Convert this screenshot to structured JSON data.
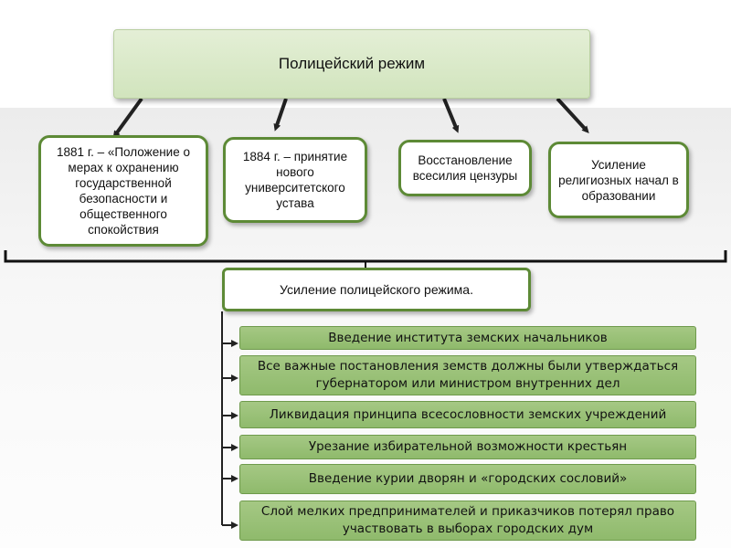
{
  "title": "Полицейский режим",
  "branches": [
    {
      "text": "1881 г. – «Положение о мерах к охранению государственной безопасности и общественного спокойствия"
    },
    {
      "text": "1884 г. – принятие нового университетского устава"
    },
    {
      "text": "Восстановление всесилия цензуры"
    },
    {
      "text": "Усиление религиозных начал в образовании"
    }
  ],
  "summary": "Усиление полицейского режима.",
  "measures": [
    {
      "text": "Введение института земских начальников"
    },
    {
      "text": "Все важные постановления земств должны были утверждаться губернатором или министром внутренних дел"
    },
    {
      "text": "Ликвидация принципа всесословности земских учреждений"
    },
    {
      "text": "Урезание избирательной возможности крестьян"
    },
    {
      "text": "Введение курии дворян и «городских сословий»"
    },
    {
      "text": "Слой мелких предпринимателей и приказчиков потерял право участвовать в выборах городских дум"
    }
  ],
  "colors": {
    "box_border": "#5d8a36",
    "item_fill": "#9bc178",
    "title_fill": "#d9e8c8"
  }
}
